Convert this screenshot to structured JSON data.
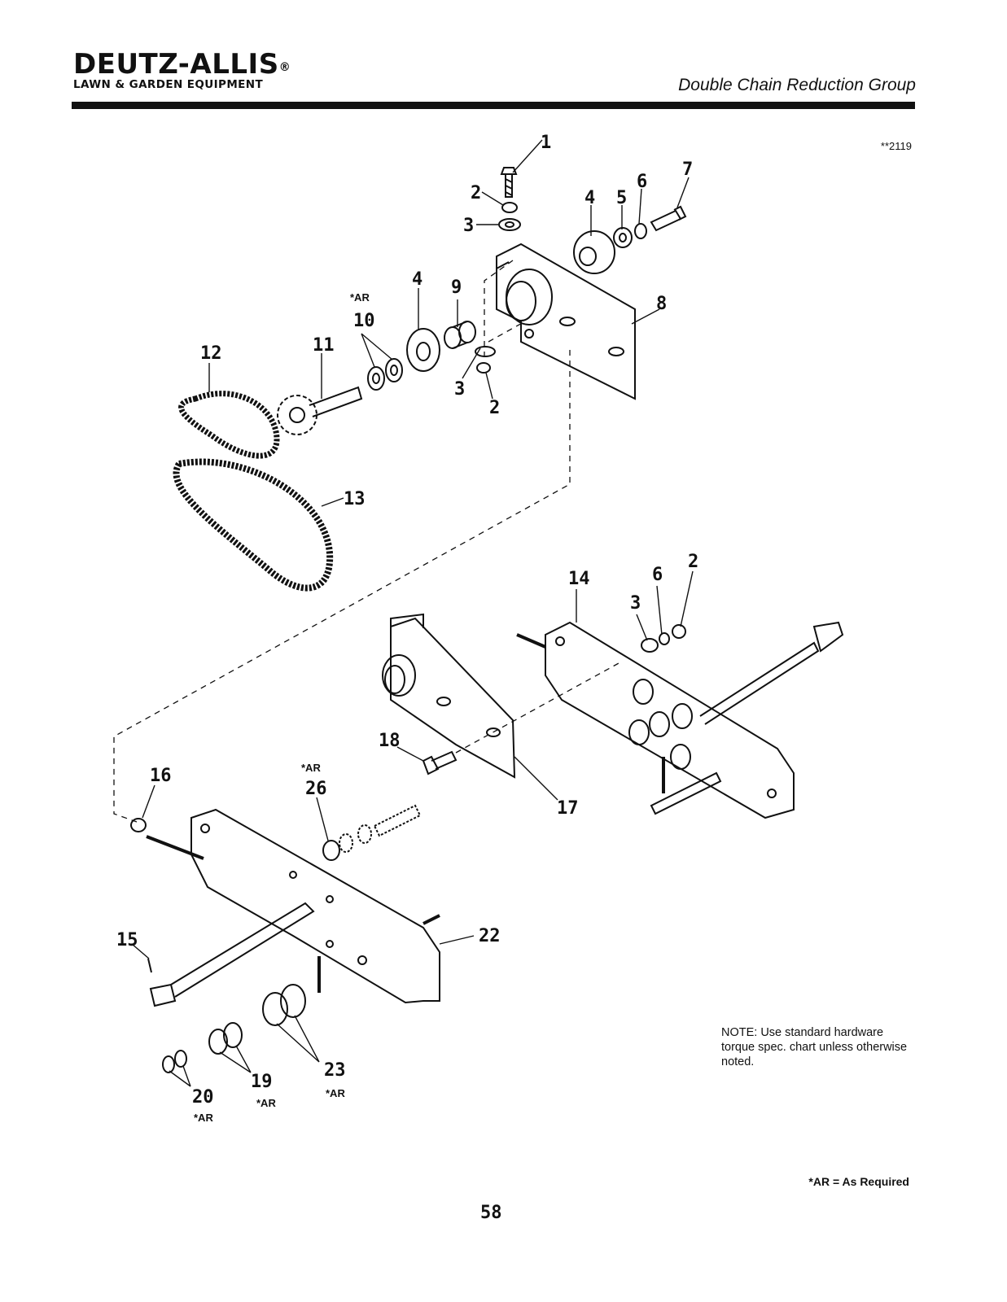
{
  "header": {
    "brand": "DEUTZ-ALLIS",
    "registered_mark": "®",
    "subtitle": "LAWN & GARDEN EQUIPMENT",
    "group_title": "Double Chain Reduction Group",
    "drawing_number": "**2119"
  },
  "callouts": {
    "c1": "1",
    "c2a": "2",
    "c3a": "3",
    "c4a": "4",
    "c5": "5",
    "c6a": "6",
    "c7": "7",
    "c8": "8",
    "c4b": "4",
    "c9": "9",
    "c10": "10",
    "c11": "11",
    "c12": "12",
    "c3b": "3",
    "c2b": "2",
    "c13": "13",
    "c14": "14",
    "c6b": "6",
    "c2c": "2",
    "c3c": "3",
    "c18": "18",
    "c17": "17",
    "c16": "16",
    "c26": "26",
    "c22": "22",
    "c15": "15",
    "c19": "19",
    "c23": "23",
    "c20": "20"
  },
  "as_required_marks": {
    "ar10": "*AR",
    "ar26": "*AR",
    "ar19": "*AR",
    "ar23": "*AR",
    "ar20": "*AR"
  },
  "note": "NOTE: Use standard hardware torque spec. chart unless otherwise noted.",
  "legend": "*AR = As Required",
  "page_number": "58"
}
